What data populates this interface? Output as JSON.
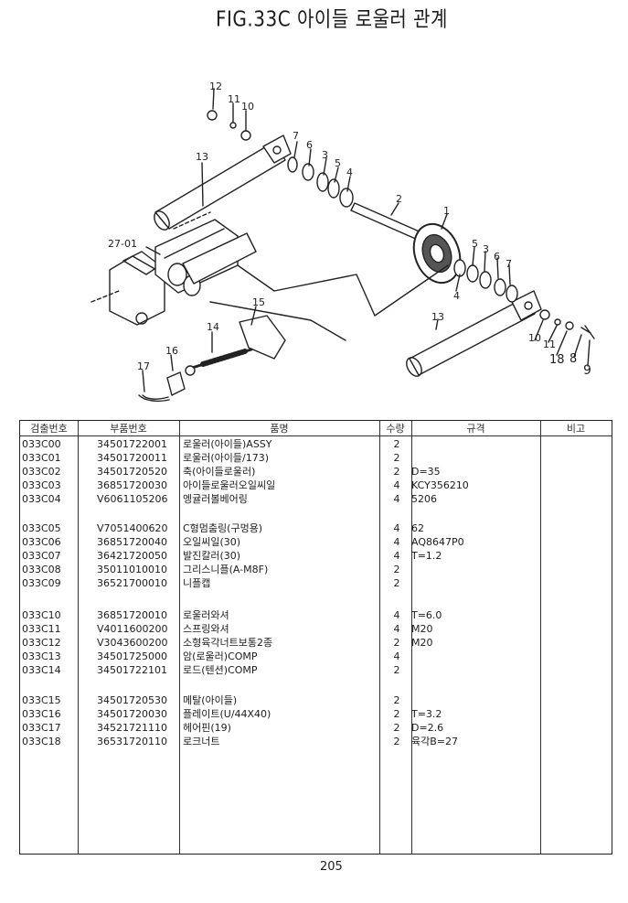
{
  "title": "FIG.33C 아이들 로울러 관계",
  "diagram": {
    "callouts": [
      "12",
      "11",
      "10",
      "7",
      "6",
      "3",
      "5",
      "4",
      "2",
      "1",
      "13",
      "27-01",
      "15",
      "14",
      "16",
      "17",
      "5",
      "3",
      "6",
      "7",
      "4",
      "13",
      "10",
      "11",
      "18",
      "8",
      "9"
    ]
  },
  "table": {
    "headers": [
      "검출번호",
      "부품번호",
      "품명",
      "수량",
      "규격",
      "비고"
    ],
    "rows": [
      {
        "code": "033C00",
        "pn": "34501722001",
        "name": "로울러(아이들)ASSY",
        "qty": "2",
        "spec": ""
      },
      {
        "code": "033C01",
        "pn": "34501720011",
        "name": "로울러(아이들/173)",
        "qty": "2",
        "spec": ""
      },
      {
        "code": "033C02",
        "pn": "34501720520",
        "name": "축(아이들로울러)",
        "qty": "2",
        "spec": "D=35"
      },
      {
        "code": "033C03",
        "pn": "36851720030",
        "name": "아이들로울러오일씨일",
        "qty": "4",
        "spec": "KCY356210"
      },
      {
        "code": "033C04",
        "pn": "V6061105206",
        "name": "엥귤러볼베어링",
        "qty": "4",
        "spec": "5206"
      },
      {
        "code": "033C05",
        "pn": "V7051400620",
        "name": "C형멈춤링(구멍용)",
        "qty": "4",
        "spec": "62"
      },
      {
        "code": "033C06",
        "pn": "36851720040",
        "name": "오일씨일(30)",
        "qty": "4",
        "spec": "AQ8647P0"
      },
      {
        "code": "033C07",
        "pn": "36421720050",
        "name": "발진칼러(30)",
        "qty": "4",
        "spec": "T=1.2"
      },
      {
        "code": "033C08",
        "pn": "35011010010",
        "name": "그리스니플(A-M8F)",
        "qty": "2",
        "spec": ""
      },
      {
        "code": "033C09",
        "pn": "36521700010",
        "name": "니플캡",
        "qty": "2",
        "spec": ""
      },
      {
        "code": "033C10",
        "pn": "36851720010",
        "name": "로울러와셔",
        "qty": "4",
        "spec": "T=6.0"
      },
      {
        "code": "033C11",
        "pn": "V4011600200",
        "name": "스프링와셔",
        "qty": "4",
        "spec": "M20"
      },
      {
        "code": "033C12",
        "pn": "V3043600200",
        "name": "소형육각너트보통2종",
        "qty": "2",
        "spec": "M20"
      },
      {
        "code": "033C13",
        "pn": "34501725000",
        "name": "암(로울러)COMP",
        "qty": "4",
        "spec": ""
      },
      {
        "code": "033C14",
        "pn": "34501722101",
        "name": "로드(텐션)COMP",
        "qty": "2",
        "spec": ""
      },
      {
        "code": "033C15",
        "pn": "34501720530",
        "name": "메탈(아이들)",
        "qty": "2",
        "spec": ""
      },
      {
        "code": "033C16",
        "pn": "34501720030",
        "name": "플레이트(U/44X40)",
        "qty": "2",
        "spec": "T=3.2"
      },
      {
        "code": "033C17",
        "pn": "34521721110",
        "name": "헤어핀(19)",
        "qty": "2",
        "spec": "D=2.6"
      },
      {
        "code": "033C18",
        "pn": "36531720110",
        "name": "로크너트",
        "qty": "2",
        "spec": "육각B=27"
      }
    ]
  },
  "page_number": "205"
}
